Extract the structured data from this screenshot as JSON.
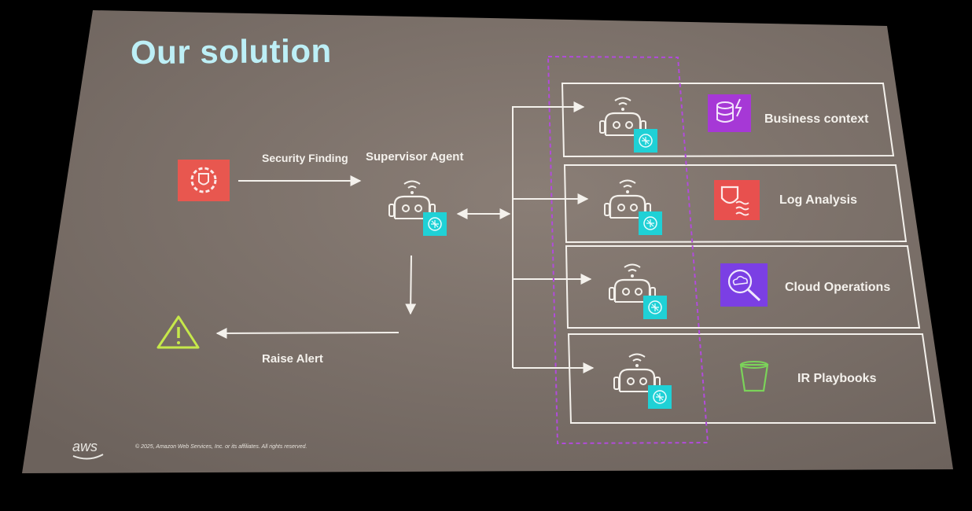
{
  "slide": {
    "title": "Our solution",
    "copyright": "© 2025, Amazon Web Services, Inc. or its affiliates. All rights reserved.",
    "logo_text": "aws"
  },
  "flow": {
    "security_finding_label": "Security Finding",
    "supervisor_label": "Supervisor Agent",
    "raise_alert_label": "Raise Alert"
  },
  "agents": [
    {
      "label": "Business context",
      "tool_icon": "database-lightning-icon",
      "tool_color": "#a638d6"
    },
    {
      "label": "Log Analysis",
      "tool_icon": "shield-waves-icon",
      "tool_color": "#e8504e"
    },
    {
      "label": "Cloud Operations",
      "tool_icon": "magnifier-cloud-icon",
      "tool_color": "#7b3fe4"
    },
    {
      "label": "IR Playbooks",
      "tool_icon": "bucket-icon",
      "tool_color": "#7bd35a"
    }
  ],
  "colors": {
    "screen": "#7b7069",
    "accent_cyan": "#1fd1d6",
    "security_red": "#e8574f",
    "alert_yellow": "#c6e84a",
    "dashed_group": "#b24bdc"
  }
}
